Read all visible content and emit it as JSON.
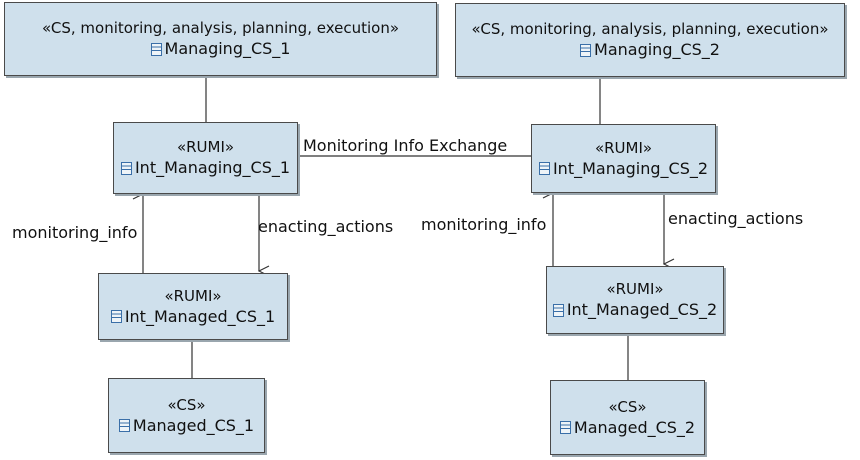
{
  "nodes": {
    "managing_cs_1": {
      "stereotype": "«CS, monitoring, analysis, planning, execution»",
      "name": "Managing_CS_1"
    },
    "managing_cs_2": {
      "stereotype": "«CS, monitoring, analysis, planning, execution»",
      "name": "Managing_CS_2"
    },
    "int_managing_cs_1": {
      "stereotype": "«RUMI»",
      "name": "Int_Managing_CS_1"
    },
    "int_managing_cs_2": {
      "stereotype": "«RUMI»",
      "name": "Int_Managing_CS_2"
    },
    "int_managed_cs_1": {
      "stereotype": "«RUMI»",
      "name": "Int_Managed_CS_1"
    },
    "int_managed_cs_2": {
      "stereotype": "«RUMI»",
      "name": "Int_Managed_CS_2"
    },
    "managed_cs_1": {
      "stereotype": "«CS»",
      "name": "Managed_CS_1"
    },
    "managed_cs_2": {
      "stereotype": "«CS»",
      "name": "Managed_CS_2"
    }
  },
  "edges": {
    "monitoring_info_exchange": "Monitoring Info Exchange",
    "monitoring_info_1": "monitoring_info",
    "enacting_actions_1": "enacting_actions",
    "monitoring_info_2": "monitoring_info",
    "enacting_actions_2": "enacting_actions"
  },
  "colors": {
    "box_fill": "#cfe0ec",
    "box_border": "#4a4a4a",
    "line": "#333333"
  }
}
